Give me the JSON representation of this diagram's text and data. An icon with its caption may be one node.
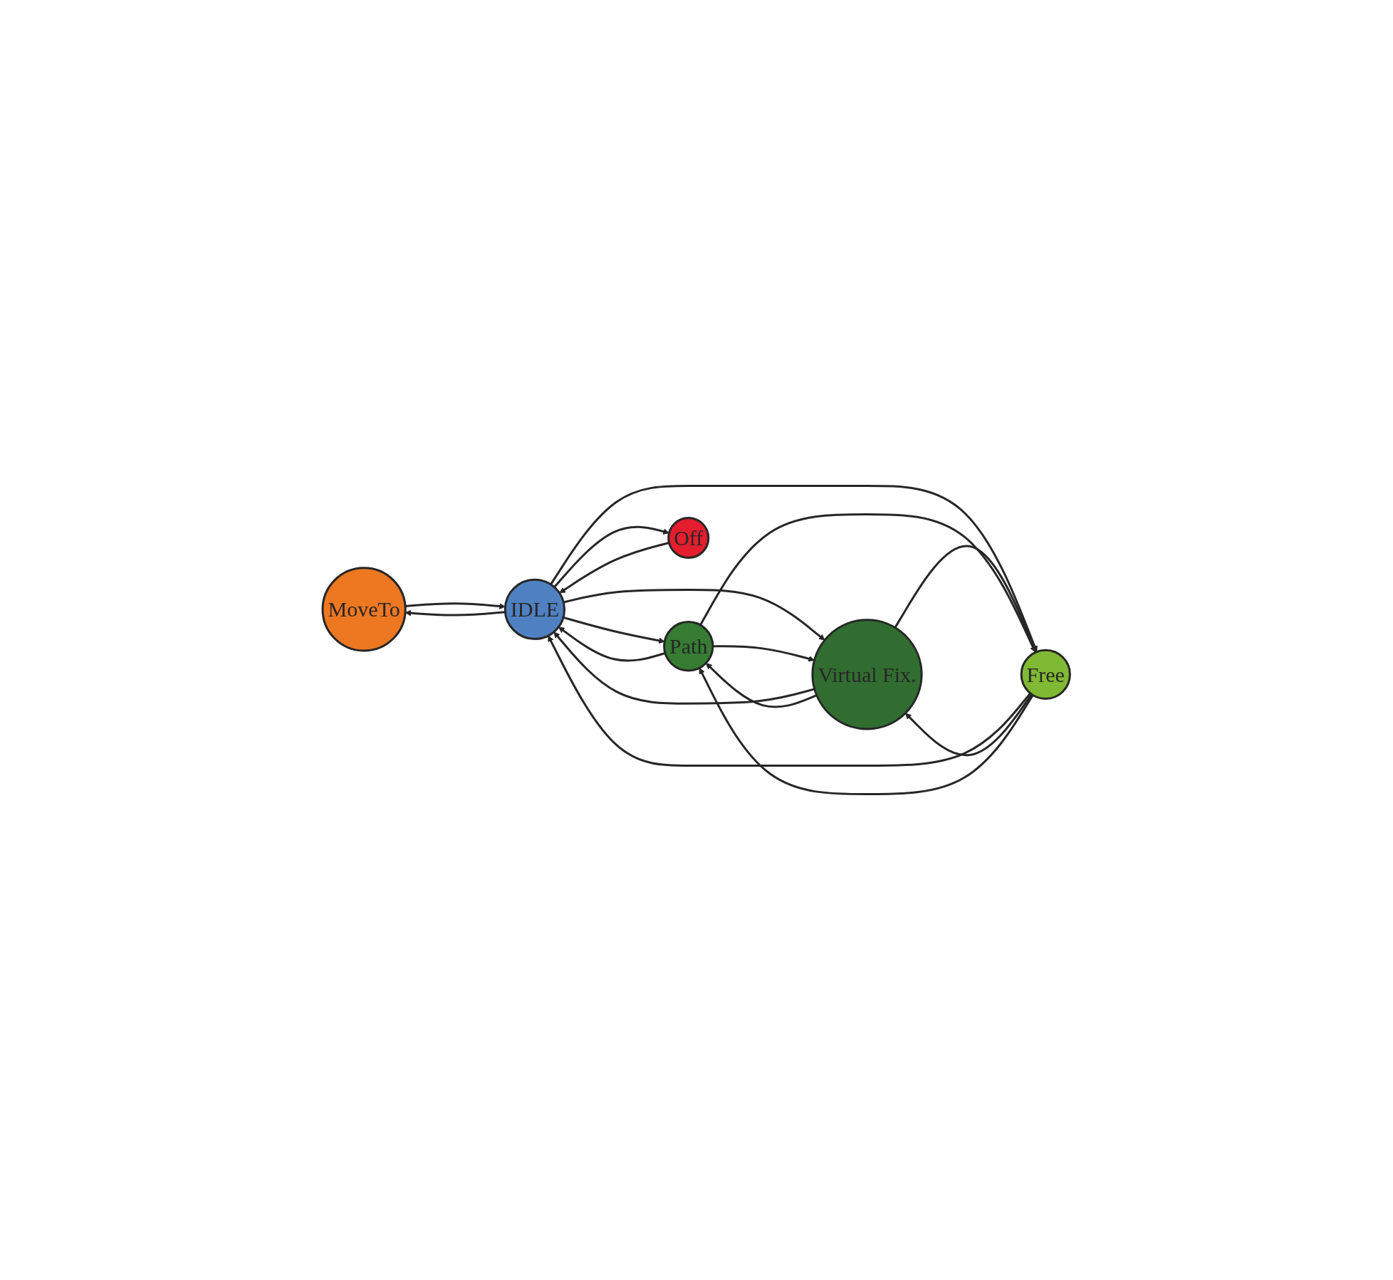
{
  "diagram": {
    "nodes": [
      {
        "text": [
          "MoveTo"
        ]
      },
      {
        "text": [
          "Path"
        ]
      },
      {
        "text": [
          "Off"
        ]
      },
      {
        "text": [
          "IDLE"
        ]
      },
      {
        "text": [
          "Virtual Fix."
        ]
      },
      {
        "text": [
          "Free"
        ]
      }
    ],
    "edges": [
      {
        "from": 3,
        "to": 0,
        "arrow": "to"
      },
      {
        "from": 0,
        "to": 3,
        "arrow": "to"
      },
      {
        "from": 2,
        "to": 3,
        "arrow": "to"
      },
      {
        "from": 3,
        "to": 2,
        "arrow": "to"
      },
      {
        "from": 3,
        "to": 1,
        "arrow": "to"
      },
      {
        "from": 1,
        "to": 3,
        "arrow": "to"
      },
      {
        "from": 3,
        "to": 4,
        "arrow": "to"
      },
      {
        "from": 4,
        "to": 3,
        "arrow": "to"
      },
      {
        "from": 5,
        "to": 3,
        "arrow": "to"
      },
      {
        "from": 3,
        "to": 5,
        "arrow": "to"
      },
      {
        "from": 5,
        "to": 4,
        "arrow": "to"
      },
      {
        "from": 4,
        "to": 5,
        "arrow": "to"
      },
      {
        "from": 1,
        "to": 4,
        "arrow": "to"
      },
      {
        "from": 4,
        "to": 1,
        "arrow": "to"
      },
      {
        "from": 1,
        "to": 5,
        "arrow": "to"
      },
      {
        "from": 5,
        "to": 1,
        "arrow": "to"
      }
    ]
  }
}
